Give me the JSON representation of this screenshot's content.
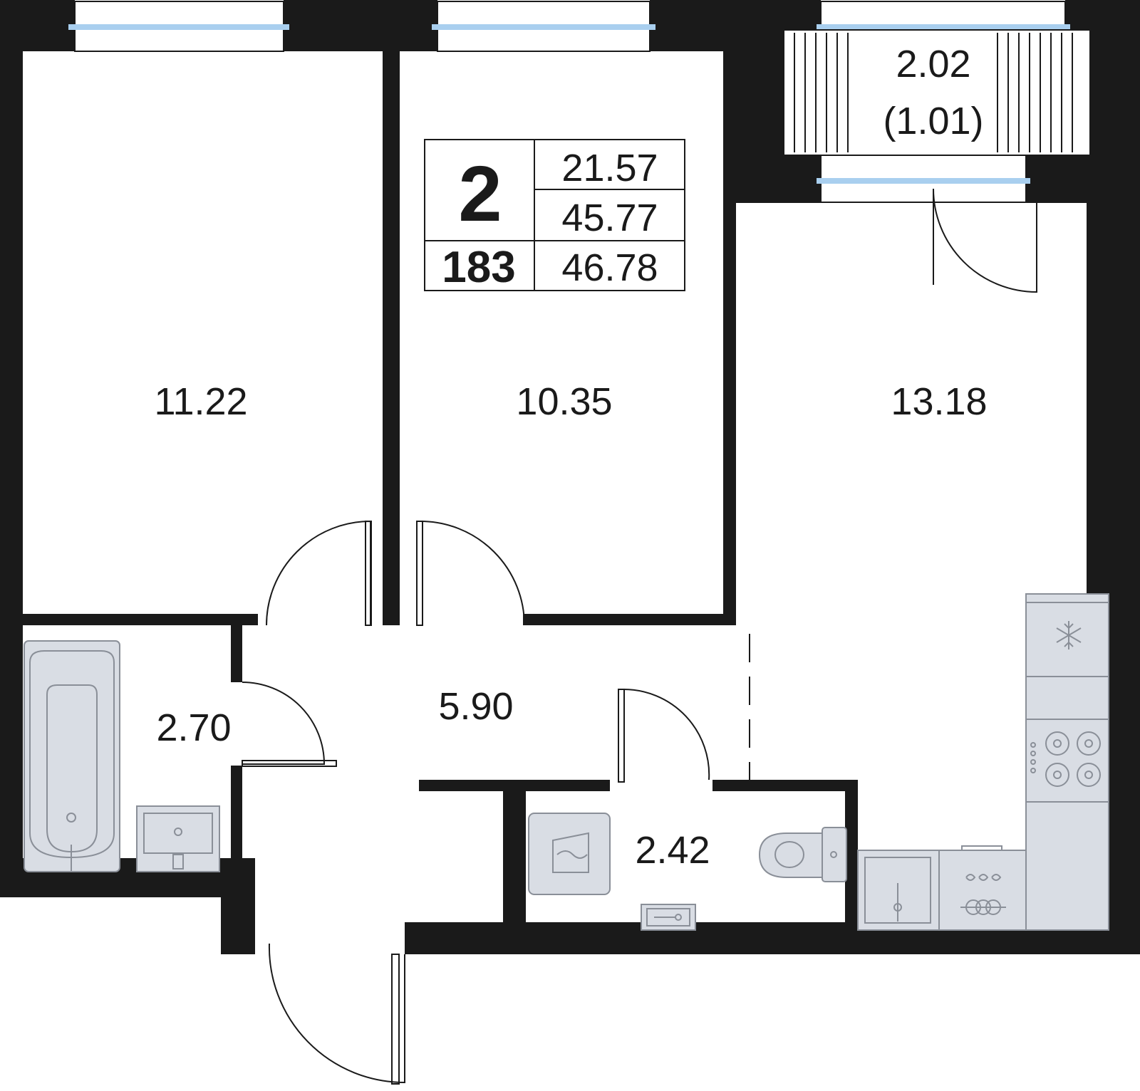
{
  "info_box": {
    "rooms_count": "2",
    "apartment_number": "183",
    "living_area": "21.57",
    "total_area": "45.77",
    "total_area_with_balcony": "46.78"
  },
  "rooms": [
    {
      "id": "bedroom-left",
      "area": "11.22"
    },
    {
      "id": "bedroom-middle",
      "area": "10.35"
    },
    {
      "id": "kitchen-living",
      "area": "13.18"
    },
    {
      "id": "hallway",
      "area": "5.90"
    },
    {
      "id": "bathroom",
      "area": "2.70"
    },
    {
      "id": "toilet",
      "area": "2.42"
    }
  ],
  "balcony": {
    "area": "2.02",
    "reduced_area": "(1.01)"
  },
  "colors": {
    "wall": "#1a1a1a",
    "window_glass": "#a9cfef",
    "fixture_fill": "#d9dde4",
    "fixture_stroke": "#8a8f98"
  }
}
